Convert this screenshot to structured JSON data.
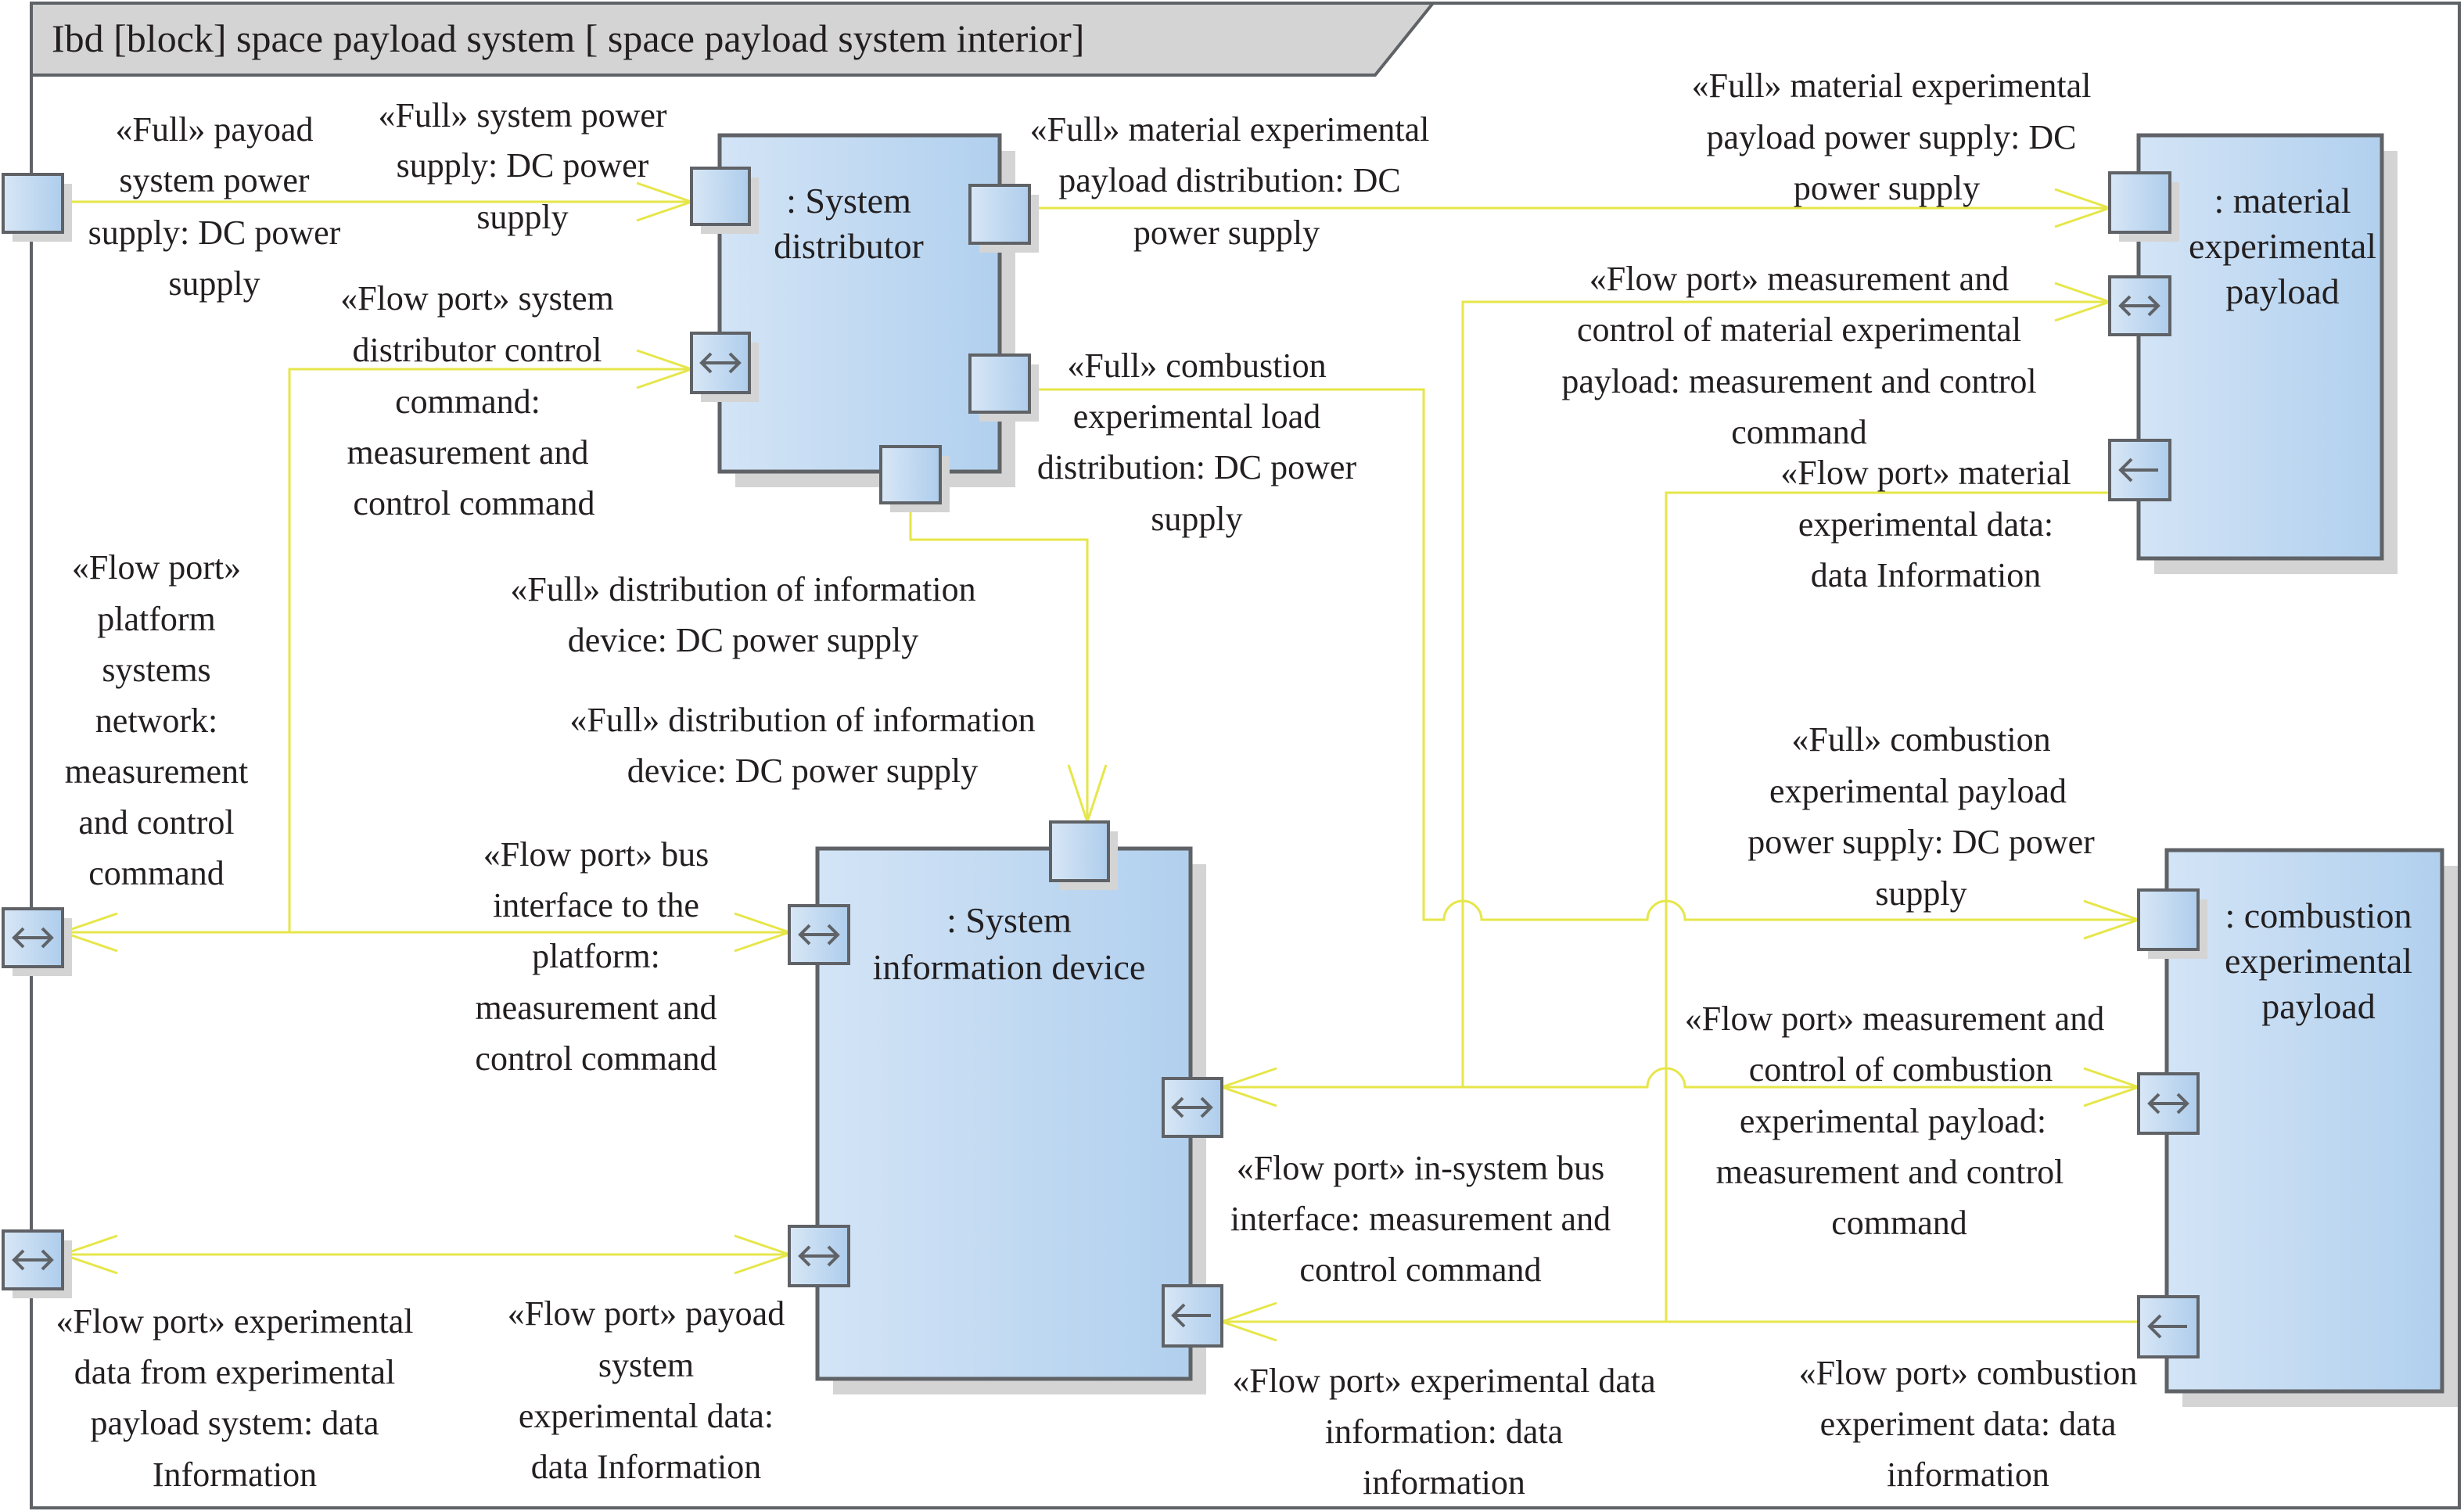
{
  "diagram": {
    "title": "Ibd [block] space payload system [ space payload system interior]",
    "colors": {
      "connector": "#e6e64a",
      "block_fill_light": "#d3e4f6",
      "block_fill_dark": "#b1d0ee",
      "border": "#5f6266",
      "title_tab": "#d4d4d4"
    },
    "blocks": {
      "distributor": {
        "name": [
          ": System",
          "distributor"
        ]
      },
      "info_device": {
        "name": [
          ": System",
          "information device"
        ]
      },
      "material": {
        "name": [
          ": material",
          "experimental",
          "payload"
        ]
      },
      "combustion": {
        "name": [
          ": combustion",
          "experimental",
          "payload"
        ]
      }
    },
    "port_icons": {
      "full": "empty-square",
      "bidirectional": "double-arrow-icon",
      "in": "left-arrow-icon"
    },
    "labels": {
      "payload_power": [
        "«Full» payoad",
        "system power",
        "supply: DC power",
        "supply"
      ],
      "system_power": [
        "«Full» system power",
        "supply: DC power",
        "supply"
      ],
      "distributor_control": [
        "«Flow port» system",
        "distributor control",
        "command:",
        "measurement and",
        "control command"
      ],
      "platform_network": [
        "«Flow port»",
        "platform",
        "systems",
        "network:",
        "measurement",
        "and control",
        "command"
      ],
      "material_distribution": [
        "«Full» material experimental",
        "payload distribution: DC",
        "power supply"
      ],
      "combustion_distribution": [
        "«Full» combustion",
        "experimental load",
        "distribution: DC power",
        "supply"
      ],
      "info_distribution_1": [
        "«Full» distribution of information",
        "device: DC power supply"
      ],
      "info_distribution_2": [
        "«Full» distribution of information",
        "device: DC power supply"
      ],
      "bus_interface": [
        "«Flow port» bus",
        "interface to the",
        "platform:",
        "measurement and",
        "control command"
      ],
      "material_power": [
        "«Full» material experimental",
        "payload power supply: DC",
        "power supply"
      ],
      "material_mc": [
        "«Flow port» measurement and",
        "control of material experimental",
        "payload: measurement and control",
        "command"
      ],
      "material_data": [
        "«Flow port» material",
        "experimental data:",
        "data Information"
      ],
      "combustion_power": [
        "«Full» combustion",
        "experimental payload",
        "power supply: DC power",
        "supply"
      ],
      "combustion_mc": [
        "«Flow port» measurement and",
        "control of combustion",
        "experimental payload:",
        "measurement and control",
        "command"
      ],
      "insystem_bus": [
        "«Flow port» in-system bus",
        "interface: measurement and",
        "control command"
      ],
      "experimental_data_from": [
        "«Flow port» experimental",
        "data from experimental",
        "payload system: data",
        "Information"
      ],
      "payload_experimental_data": [
        "«Flow port» payoad",
        "system",
        "experimental data:",
        "data Information"
      ],
      "experimental_data_info": [
        "«Flow port» experimental data",
        "information: data",
        "information"
      ],
      "combustion_data": [
        "«Flow port» combustion",
        "experiment data: data",
        "information"
      ]
    }
  }
}
